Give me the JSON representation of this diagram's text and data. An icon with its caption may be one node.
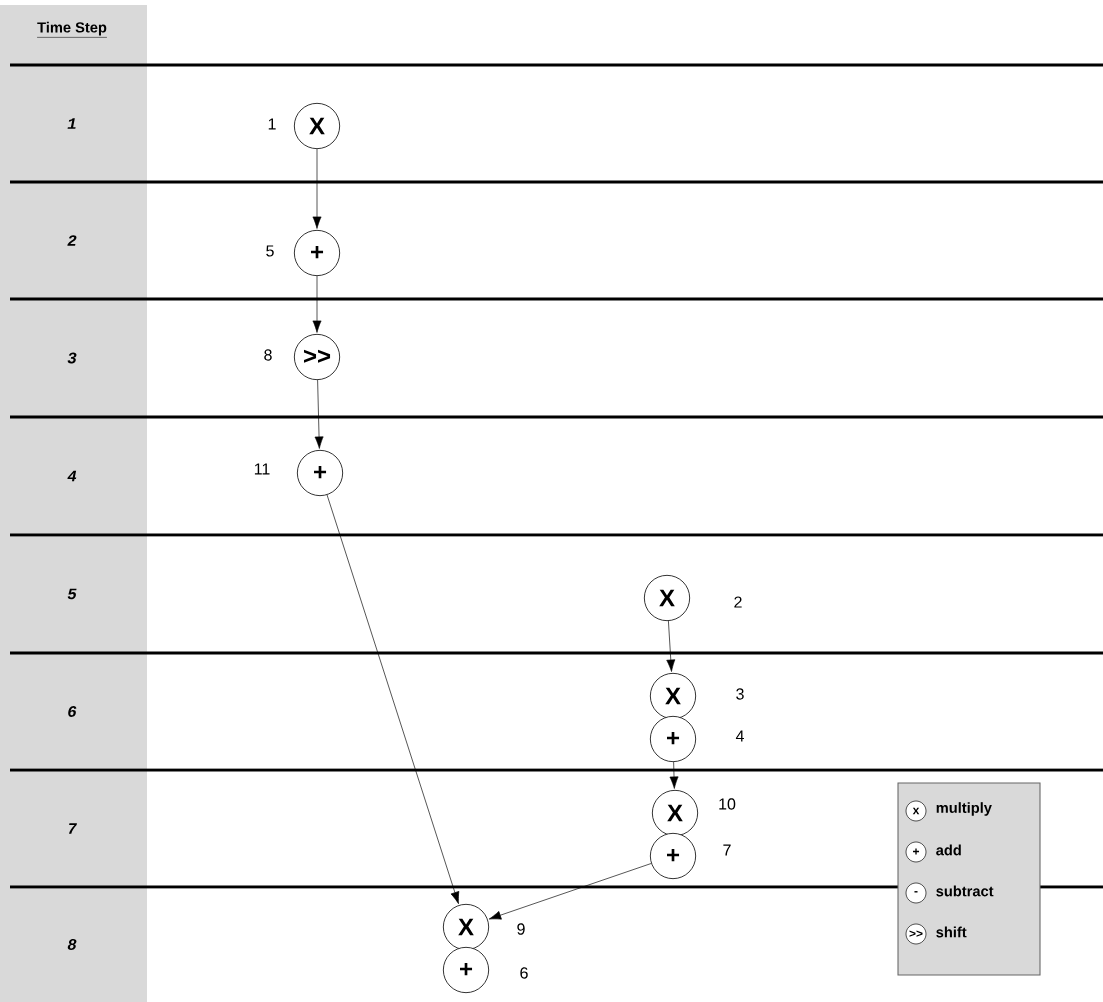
{
  "diagram": {
    "nodes": [
      {
        "text": [
          "X"
        ],
        "beside": [
          "1"
        ]
      },
      {
        "text": [
          "+"
        ],
        "beside": [
          "5"
        ]
      },
      {
        "text": [
          ">>"
        ],
        "beside": [
          "8"
        ]
      },
      {
        "text": [
          "+"
        ],
        "beside": [
          "11"
        ]
      },
      {
        "text": [
          "X"
        ],
        "beside": [
          "2"
        ]
      },
      {
        "text": [
          "X"
        ],
        "beside": [
          "3"
        ]
      },
      {
        "text": [
          "+"
        ],
        "beside": [
          "4"
        ]
      },
      {
        "text": [
          "X"
        ],
        "beside": [
          "10"
        ]
      },
      {
        "text": [
          "+"
        ],
        "beside": [
          "7"
        ]
      },
      {
        "text": [
          "X"
        ],
        "beside": [
          "9"
        ]
      },
      {
        "text": [
          "+"
        ],
        "beside": [
          "6"
        ]
      }
    ],
    "edges": [
      {
        "from": 0,
        "to": 1,
        "arrow": "to"
      },
      {
        "from": 1,
        "to": 2,
        "arrow": "to"
      },
      {
        "from": 2,
        "to": 3,
        "arrow": "to"
      },
      {
        "from": 3,
        "to": 9,
        "arrow": "to"
      },
      {
        "from": 4,
        "to": 5,
        "arrow": "to"
      },
      {
        "from": 6,
        "to": 7,
        "arrow": "to"
      },
      {
        "from": 8,
        "to": 9,
        "arrow": "to"
      }
    ],
    "labels": [
      "Time Step",
      "1",
      "2",
      "3",
      "4",
      "5",
      "6",
      "7",
      "8",
      "x",
      "+",
      "-",
      ">>"
    ],
    "legend": [
      {
        "text": "multiply"
      },
      {
        "text": "add"
      },
      {
        "text": "subtract"
      },
      {
        "text": "shift"
      }
    ]
  }
}
